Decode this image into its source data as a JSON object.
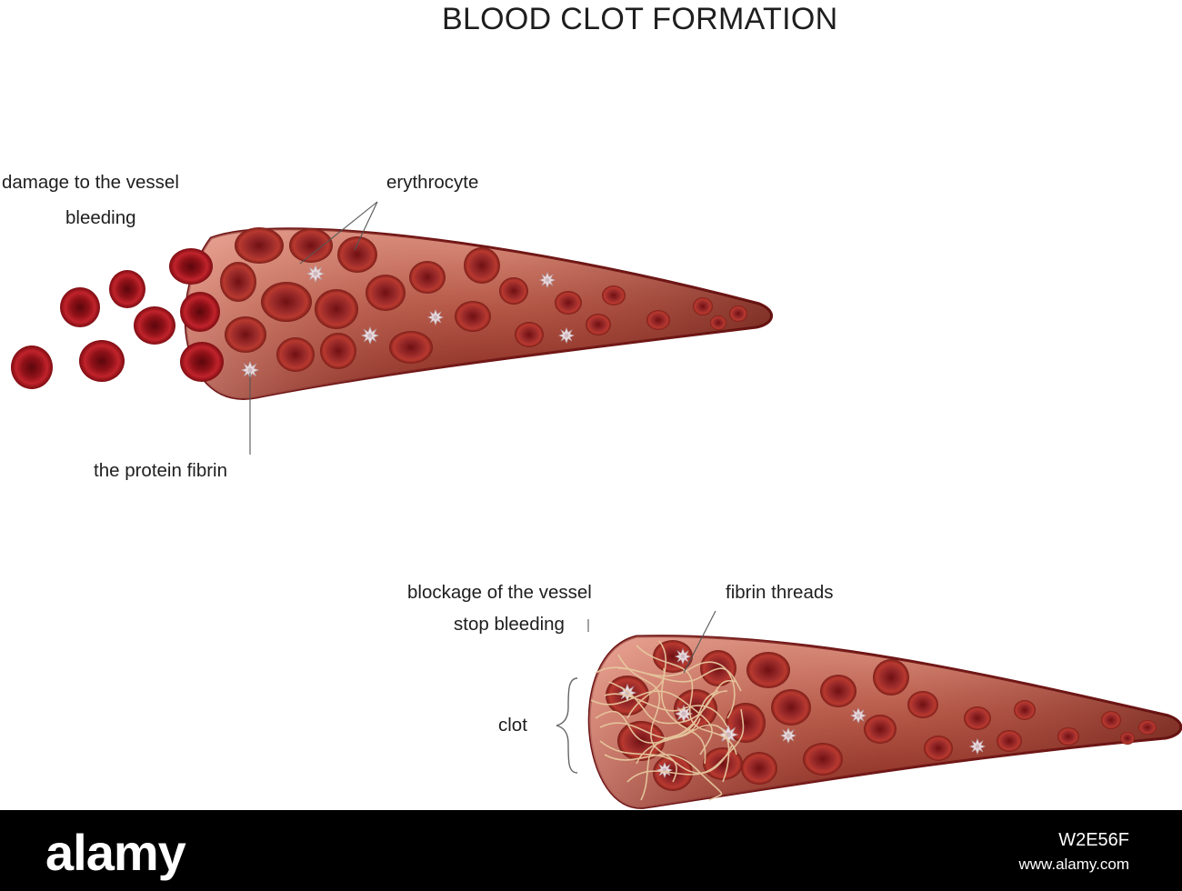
{
  "title": "BLOOD CLOT FORMATION",
  "labels": {
    "damage": "damage to the vessel",
    "bleeding": "bleeding",
    "erythrocyte": "erythrocyte",
    "fibrin": "the protein fibrin",
    "blockage": "blockage of the vessel",
    "stop": "stop bleeding",
    "threads": "fibrin threads",
    "clot": "clot"
  },
  "watermark": {
    "brand": "alamy",
    "image_id": "W2E56F",
    "url": "www.alamy.com"
  },
  "colors": {
    "vessel_fill": "#c8725f",
    "vessel_outline": "#6e1414",
    "erythrocyte": "#b01c24",
    "fibrin_thread": "#e6c79e",
    "platelet": "#e8d8dc"
  },
  "icons": {
    "erythrocyte": "red-blood-cell",
    "platelet": "platelet-star"
  }
}
